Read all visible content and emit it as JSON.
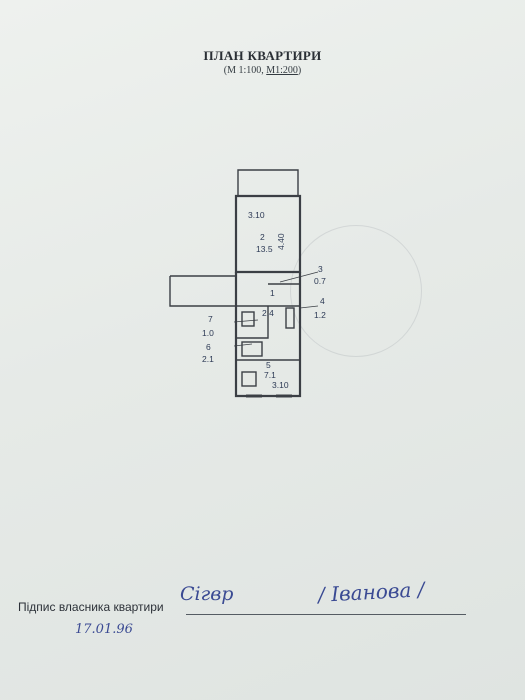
{
  "header": {
    "title": "ПЛАН КВАРТИРИ",
    "scale_prefix": "(М 1:100, ",
    "scale_underlined": "М1:200",
    "scale_suffix": ")"
  },
  "plan": {
    "rooms": [
      {
        "id": "2",
        "area": "13.5",
        "width": "3.10",
        "length": "4.40"
      },
      {
        "id": "1",
        "area": "2.4"
      },
      {
        "id": "3",
        "area": "0.7"
      },
      {
        "id": "4",
        "area": "1.2"
      },
      {
        "id": "7",
        "area": "1.0"
      },
      {
        "id": "6",
        "area": "2.1"
      },
      {
        "id": "5",
        "area": "7.1",
        "width": "3.10"
      }
    ]
  },
  "footer": {
    "signature_label": "Підпис власника квартири",
    "signature": "Сігвр",
    "owner_name": "/ Іванова /",
    "date": "17.01.96"
  }
}
